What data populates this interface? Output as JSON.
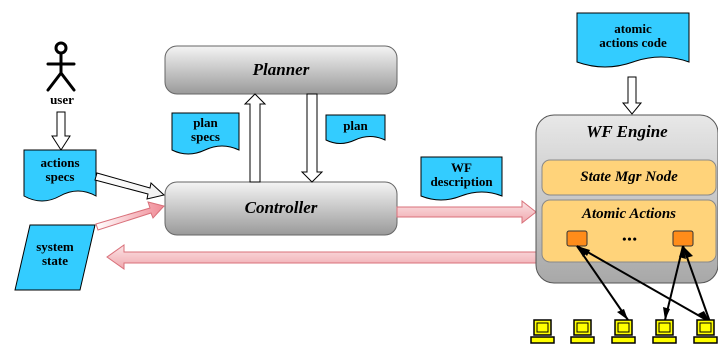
{
  "nodes": {
    "user": "user",
    "actions_specs": "actions\nspecs",
    "system_state": "system\nstate",
    "planner": "Planner",
    "controller": "Controller",
    "plan_specs": "plan\nspecs",
    "plan": "plan",
    "wf_description": "WF\ndescription",
    "atomic_actions_code": "atomic\nactions code",
    "wf_engine": "WF Engine",
    "state_mgr_node": "State Mgr Node",
    "atomic_actions": "Atomic Actions",
    "ellipsis": "•••"
  },
  "icons": {
    "user": "user-stick-figure-icon",
    "computer": "computer-terminal-icon",
    "computer_count": 5
  },
  "colors": {
    "cyan_doc": "#33ccff",
    "gray_box_light": "#f2f2f2",
    "gray_box_dark": "#999999",
    "engine_light": "#e6e6e6",
    "engine_dark": "#a6a6a6",
    "orange_box": "#ffd37a",
    "orange_port": "#ff8c1a",
    "pink_arrow": "#f6c2c6",
    "pink_arrow_stroke": "#d9707a",
    "yellow_terminal": "#ffff00"
  }
}
